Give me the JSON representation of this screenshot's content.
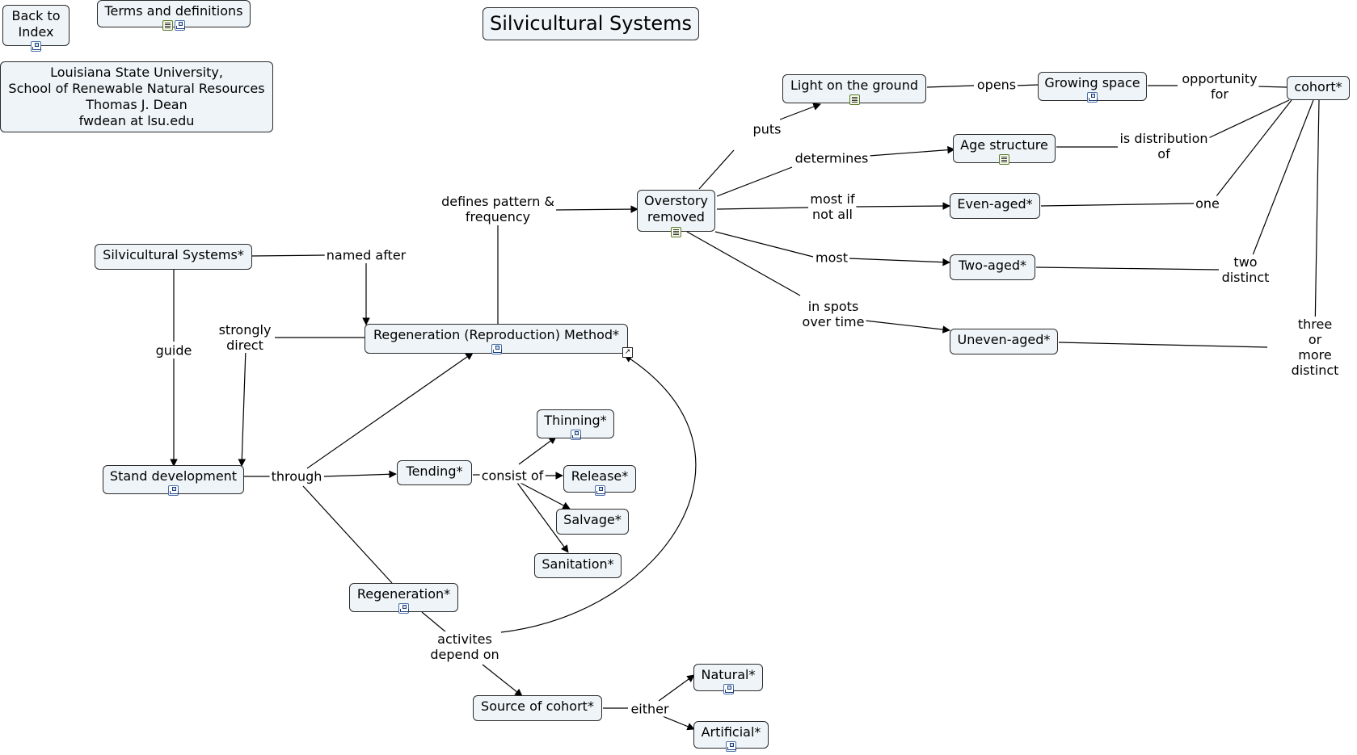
{
  "title": "Silvicultural Systems",
  "header": {
    "back_to_index": "Back to\nIndex",
    "terms": "Terms and definitions",
    "credits": "Louisiana State University,\nSchool of Renewable Natural Resources\nThomas J. Dean\nfwdean at lsu.edu"
  },
  "concepts": {
    "silvicultural_systems": "Silvicultural Systems*",
    "regeneration_method": "Regeneration (Reproduction) Method*",
    "stand_development": "Stand development",
    "tending": "Tending*",
    "thinning": "Thinning*",
    "release": "Release*",
    "salvage": "Salvage*",
    "sanitation": "Sanitation*",
    "regeneration": "Regeneration*",
    "source_of_cohort": "Source of cohort*",
    "natural": "Natural*",
    "artificial": "Artificial*",
    "overstory_removed": "Overstory\nremoved",
    "light_on_ground": "Light on the ground",
    "growing_space": "Growing space",
    "cohort": "cohort*",
    "age_structure": "Age structure",
    "even_aged": "Even-aged*",
    "two_aged": "Two-aged*",
    "uneven_aged": "Uneven-aged*"
  },
  "links": {
    "named_after": "named after",
    "guide": "guide",
    "strongly_direct": "strongly\ndirect",
    "defines_pattern": "defines pattern &\nfrequency",
    "through": "through",
    "consist_of": "consist of",
    "activities_depend_on": "activites\ndepend on",
    "either": "either",
    "puts": "puts",
    "opens": "opens",
    "opportunity_for": "opportunity\nfor",
    "determines": "determines",
    "is_distribution_of": "is distribution\nof",
    "most_if_not_all": "most if\nnot all",
    "most": "most",
    "in_spots": "in spots\nover time",
    "one": "one",
    "two_distinct": "two\ndistinct",
    "three_or_more": "three or more\ndistinct"
  },
  "colors": {
    "node_fill": "#eef4f8",
    "node_border": "#2b2b2b",
    "line": "#000000"
  }
}
